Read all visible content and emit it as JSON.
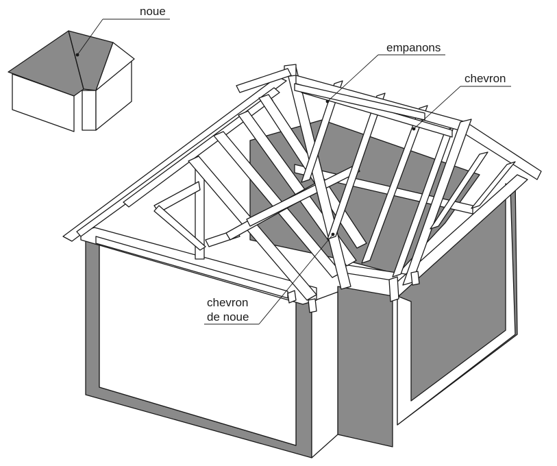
{
  "labels": {
    "noue": "noue",
    "empanons": "empanons",
    "chevron": "chevron",
    "chevron_de_noue_line1": "chevron",
    "chevron_de_noue_line2": "de noue"
  },
  "colors": {
    "wall_section": "#8a8a8a",
    "line": "#1a1a1a",
    "background": "#ffffff"
  }
}
